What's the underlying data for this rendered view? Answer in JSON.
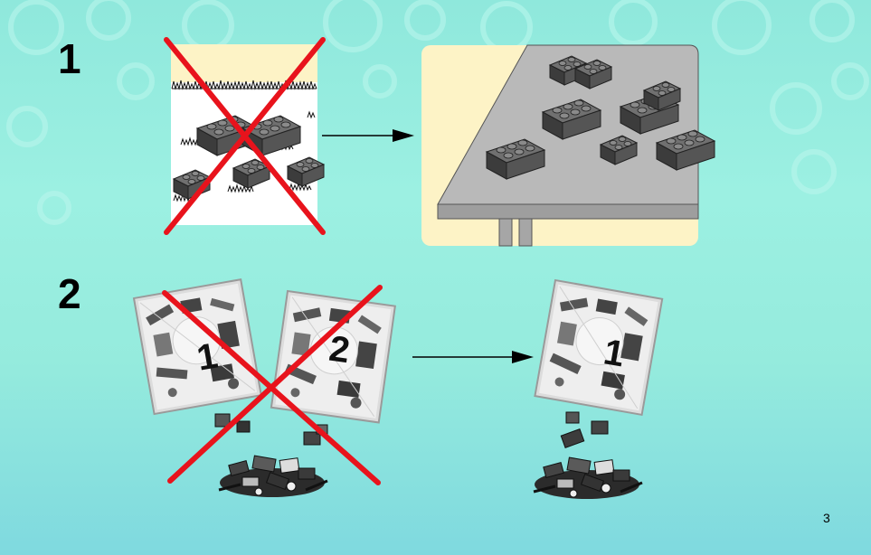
{
  "steps": [
    {
      "number": "1"
    },
    {
      "number": "2"
    }
  ],
  "bags": [
    {
      "label": "1"
    },
    {
      "label": "2"
    },
    {
      "label": "1"
    }
  ],
  "page": {
    "number": "3"
  },
  "colors": {
    "background": "#95ebdd",
    "cross": "#e8131c",
    "panel_bg": "#fdf3c6",
    "table": "#b9b9b9",
    "brick": "#444444"
  },
  "icons": [
    "do-not-icon",
    "arrow-right-icon"
  ]
}
